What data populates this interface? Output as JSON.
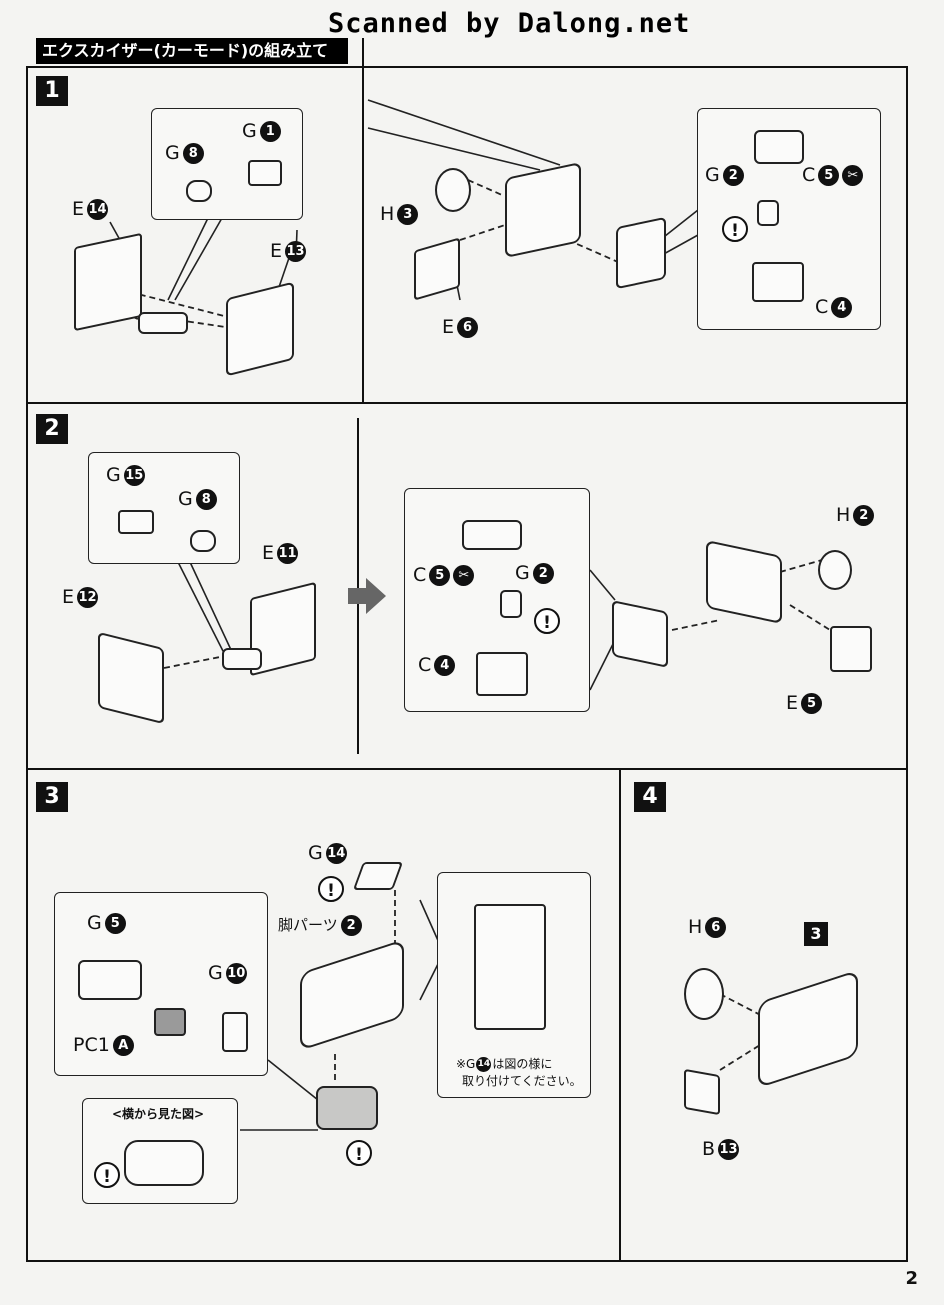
{
  "watermark": "Scanned by Dalong.net",
  "section_title": "エクスカイザー(カーモード)の組み立て",
  "page_number": "2",
  "steps": [
    "1",
    "2",
    "3",
    "4"
  ],
  "step1": {
    "labels": {
      "g8": {
        "letter": "G",
        "num": "8"
      },
      "g1": {
        "letter": "G",
        "num": "1"
      },
      "e14": {
        "letter": "E",
        "num": "14"
      },
      "e13": {
        "letter": "E",
        "num": "13"
      },
      "h3": {
        "letter": "H",
        "num": "3"
      },
      "e6": {
        "letter": "E",
        "num": "6"
      },
      "g2": {
        "letter": "G",
        "num": "2"
      },
      "c5": {
        "letter": "C",
        "num": "5"
      },
      "c4": {
        "letter": "C",
        "num": "4"
      }
    }
  },
  "step2": {
    "labels": {
      "g15": {
        "letter": "G",
        "num": "15"
      },
      "g8": {
        "letter": "G",
        "num": "8"
      },
      "e11": {
        "letter": "E",
        "num": "11"
      },
      "e12": {
        "letter": "E",
        "num": "12"
      },
      "c5": {
        "letter": "C",
        "num": "5"
      },
      "g2": {
        "letter": "G",
        "num": "2"
      },
      "c4": {
        "letter": "C",
        "num": "4"
      },
      "h2": {
        "letter": "H",
        "num": "2"
      },
      "e5": {
        "letter": "E",
        "num": "5"
      }
    }
  },
  "step3": {
    "labels": {
      "g14": {
        "letter": "G",
        "num": "14"
      },
      "leg": {
        "letter": "脚パーツ",
        "num": "2"
      },
      "g5": {
        "letter": "G",
        "num": "5"
      },
      "g10": {
        "letter": "G",
        "num": "10"
      },
      "pc1": {
        "letter": "PC1",
        "num": "A"
      }
    },
    "side_view_title": "<横から見た図>",
    "note_line1_prefix": "※G",
    "note_line1_num": "14",
    "note_line1_suffix": "は図の様に",
    "note_line2": "取り付けてください。"
  },
  "step4": {
    "labels": {
      "h6": {
        "letter": "H",
        "num": "6"
      },
      "b13": {
        "letter": "B",
        "num": "13"
      }
    },
    "ref_step": "3"
  },
  "icons": {
    "warning_glyph": "!",
    "cut_glyph": "✂"
  }
}
